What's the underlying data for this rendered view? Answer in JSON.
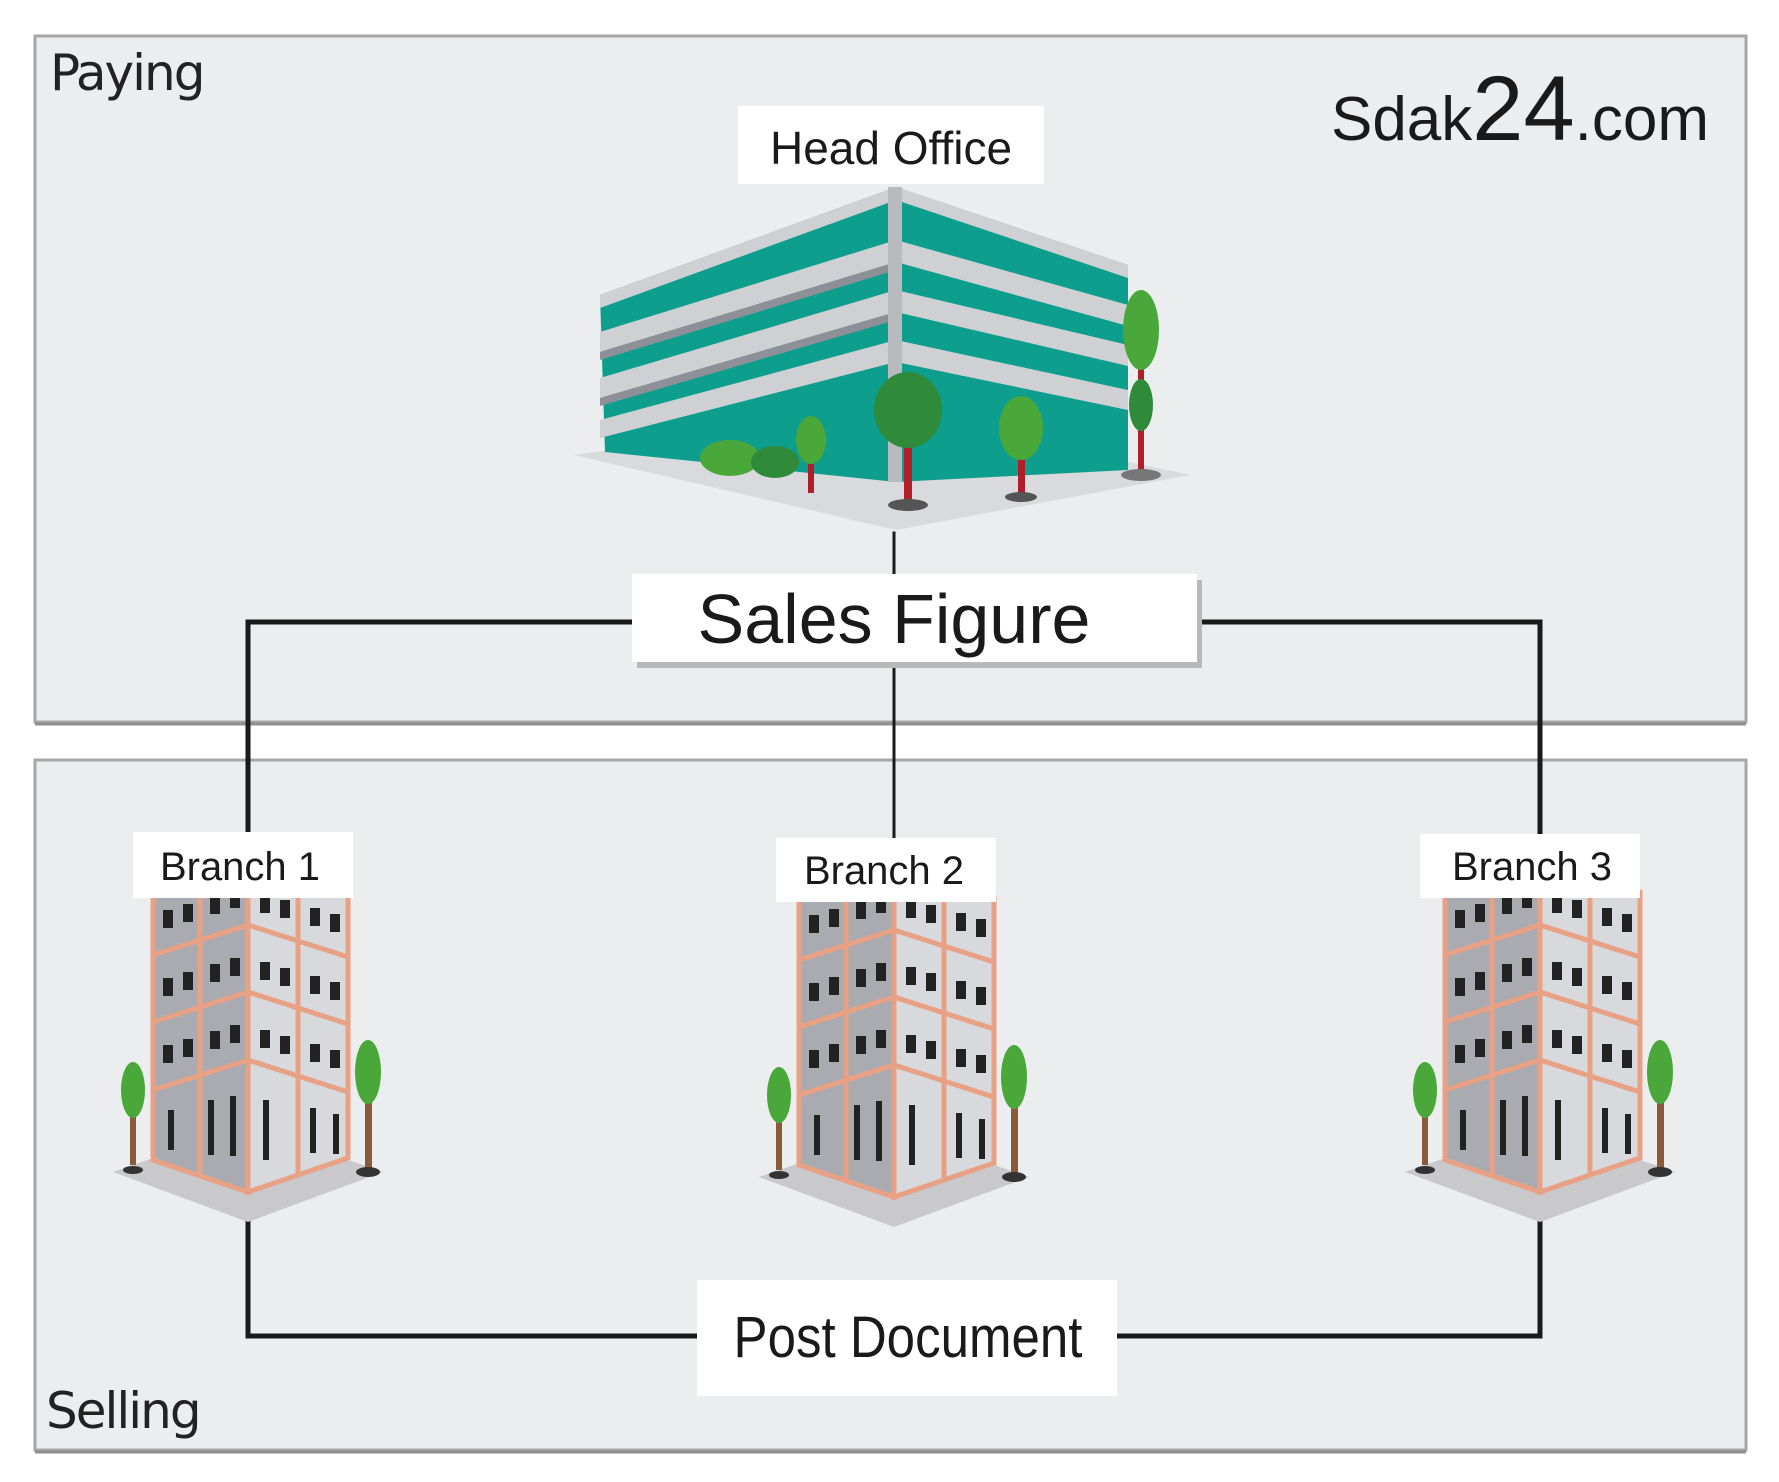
{
  "zones": {
    "paying": "Paying",
    "selling": "Selling"
  },
  "watermark": {
    "prefix": "Sdak",
    "number": "24",
    "suffix": ".com"
  },
  "nodes": {
    "head_office": "Head Office",
    "sales_figure": "Sales Figure",
    "branch_1": "Branch 1",
    "branch_2": "Branch 2",
    "branch_3": "Branch 3",
    "post_document": "Post Document"
  },
  "colors": {
    "panel": "#ecedef",
    "panel_border": "#a6a6a6",
    "head_office_glass": "#0e9e8e",
    "branch_frame": "#e8a184",
    "tree": "#4aa83a"
  },
  "icons": {
    "head_office": "office-building-icon",
    "branch": "branch-building-icon"
  }
}
